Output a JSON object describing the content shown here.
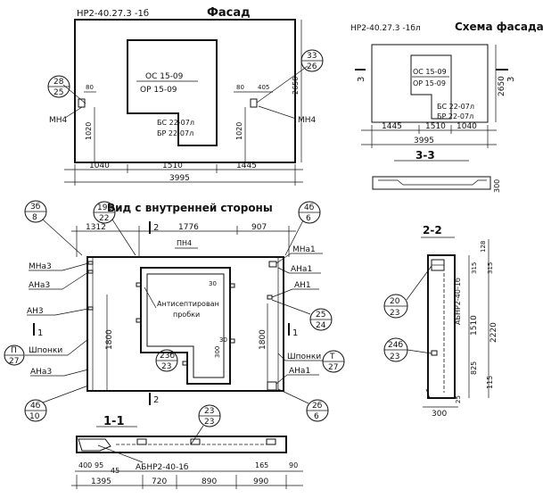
{
  "facade": {
    "title_code": "НР2-40.27.3 -1б",
    "title": "Фасад",
    "window_label_1": "ОС 15-09",
    "window_label_2": "ОР 15-09",
    "door_label_1": "БС 22-07л",
    "door_label_2": "БР 22-07л",
    "callout_left_top": "28",
    "callout_left_bottom": "25",
    "callout_right_top": "33",
    "callout_right_bottom": "26",
    "anchor_left": "МН4",
    "anchor_right": "МН4",
    "dim_80_left": "80",
    "dim_80_right": "80",
    "dim_405": "405",
    "dim_1020_left": "1020",
    "dim_1020_right": "1020",
    "dim_height": "2650",
    "dim_bottom_1": "1040",
    "dim_bottom_2": "1510",
    "dim_bottom_3": "1445",
    "dim_total": "3995"
  },
  "scheme": {
    "title_code": "НР2-40.27.3 -1бл",
    "title": "Схема фасада",
    "window_label_1": "ОС 15-09",
    "window_label_2": "ОР 15-09",
    "door_label_1": "БС 22-07л",
    "door_label_2": "БР 22-07л",
    "cut_left": "3",
    "cut_right": "3",
    "dim_height": "2650",
    "dim_1": "1445",
    "dim_2": "1510",
    "dim_3": "1040",
    "dim_total": "3995",
    "section_label": "3-3",
    "section_dim": "300"
  },
  "inner": {
    "title": "Вид с внутренней стороны",
    "callout_left_top": "3б",
    "callout_left_bottom": "8",
    "callout_mid_top": "19б",
    "callout_mid_bottom": "22",
    "callout_right_top": "4б",
    "callout_right_bottom": "6",
    "dim_1": "1312",
    "dim_2": "1776",
    "dim_3": "907",
    "cut_top": "2",
    "cut_bottom": "2",
    "cut_left": "1",
    "cut_right": "1",
    "label_pn4": "ПН4",
    "label_mna1": "МНа1",
    "label_ana1_top": "АНа1",
    "label_an1": "АН1",
    "label_mna3": "МНа3",
    "label_ana3_top": "АНа3",
    "label_an3": "АН3",
    "label_shponki_left": "Шпонки",
    "label_shponki_right": "Шпонки",
    "label_ana3_bottom": "АНа3",
    "label_ana1_bottom": "АНа1",
    "label_antiseptic_1": "Антисептирован",
    "label_antiseptic_2": "пробки",
    "dim_30_1": "30",
    "dim_30_2": "30",
    "dim_300": "300",
    "dim_1800_left": "1800",
    "dim_1800_right": "1800",
    "callout_inner_top": "23б",
    "callout_inner_bottom": "23",
    "callout_r25_top": "25",
    "callout_r25_bottom": "24",
    "callout_l_top": "П",
    "callout_l_bottom": "27",
    "callout_r_top": "Т",
    "callout_r_bottom": "27",
    "callout_lb_top": "4б",
    "callout_lb_bottom": "10",
    "callout_rb_top": "2б",
    "callout_rb_bottom": "6"
  },
  "section11": {
    "title": "1-1",
    "callout_top": "23",
    "callout_bottom": "23",
    "panel_label": "АБНР2-40-1б",
    "dim_400": "400",
    "dim_95": "95",
    "dim_45": "45",
    "dim_165": "165",
    "dim_90": "90",
    "dim_1": "1395",
    "dim_2": "720",
    "dim_3": "890",
    "dim_4": "990"
  },
  "section22": {
    "title": "2-2",
    "panel_label": "АБНР2-40-1б",
    "callout_top_a": "20",
    "callout_top_b": "23",
    "callout_bot_a": "24б",
    "callout_bot_b": "23",
    "dim_128": "128",
    "dim_315_a": "315",
    "dim_315_b": "315",
    "dim_1510": "1510",
    "dim_2220": "2220",
    "dim_825": "825",
    "dim_115": "115",
    "dim_25": "25",
    "dim_300": "300"
  }
}
